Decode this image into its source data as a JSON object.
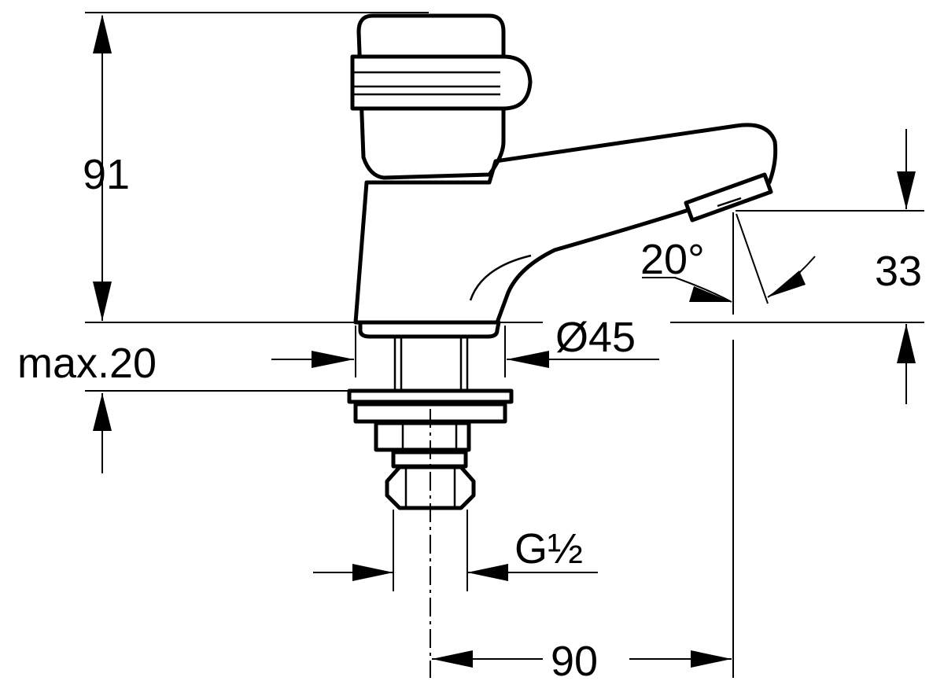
{
  "dimensions": {
    "height_total": "91",
    "spout_height": "33",
    "spout_angle": "20°",
    "body_diameter": "Ø45",
    "max_counter_thickness": "max.20",
    "connection_thread": "G½",
    "spout_projection": "90"
  }
}
